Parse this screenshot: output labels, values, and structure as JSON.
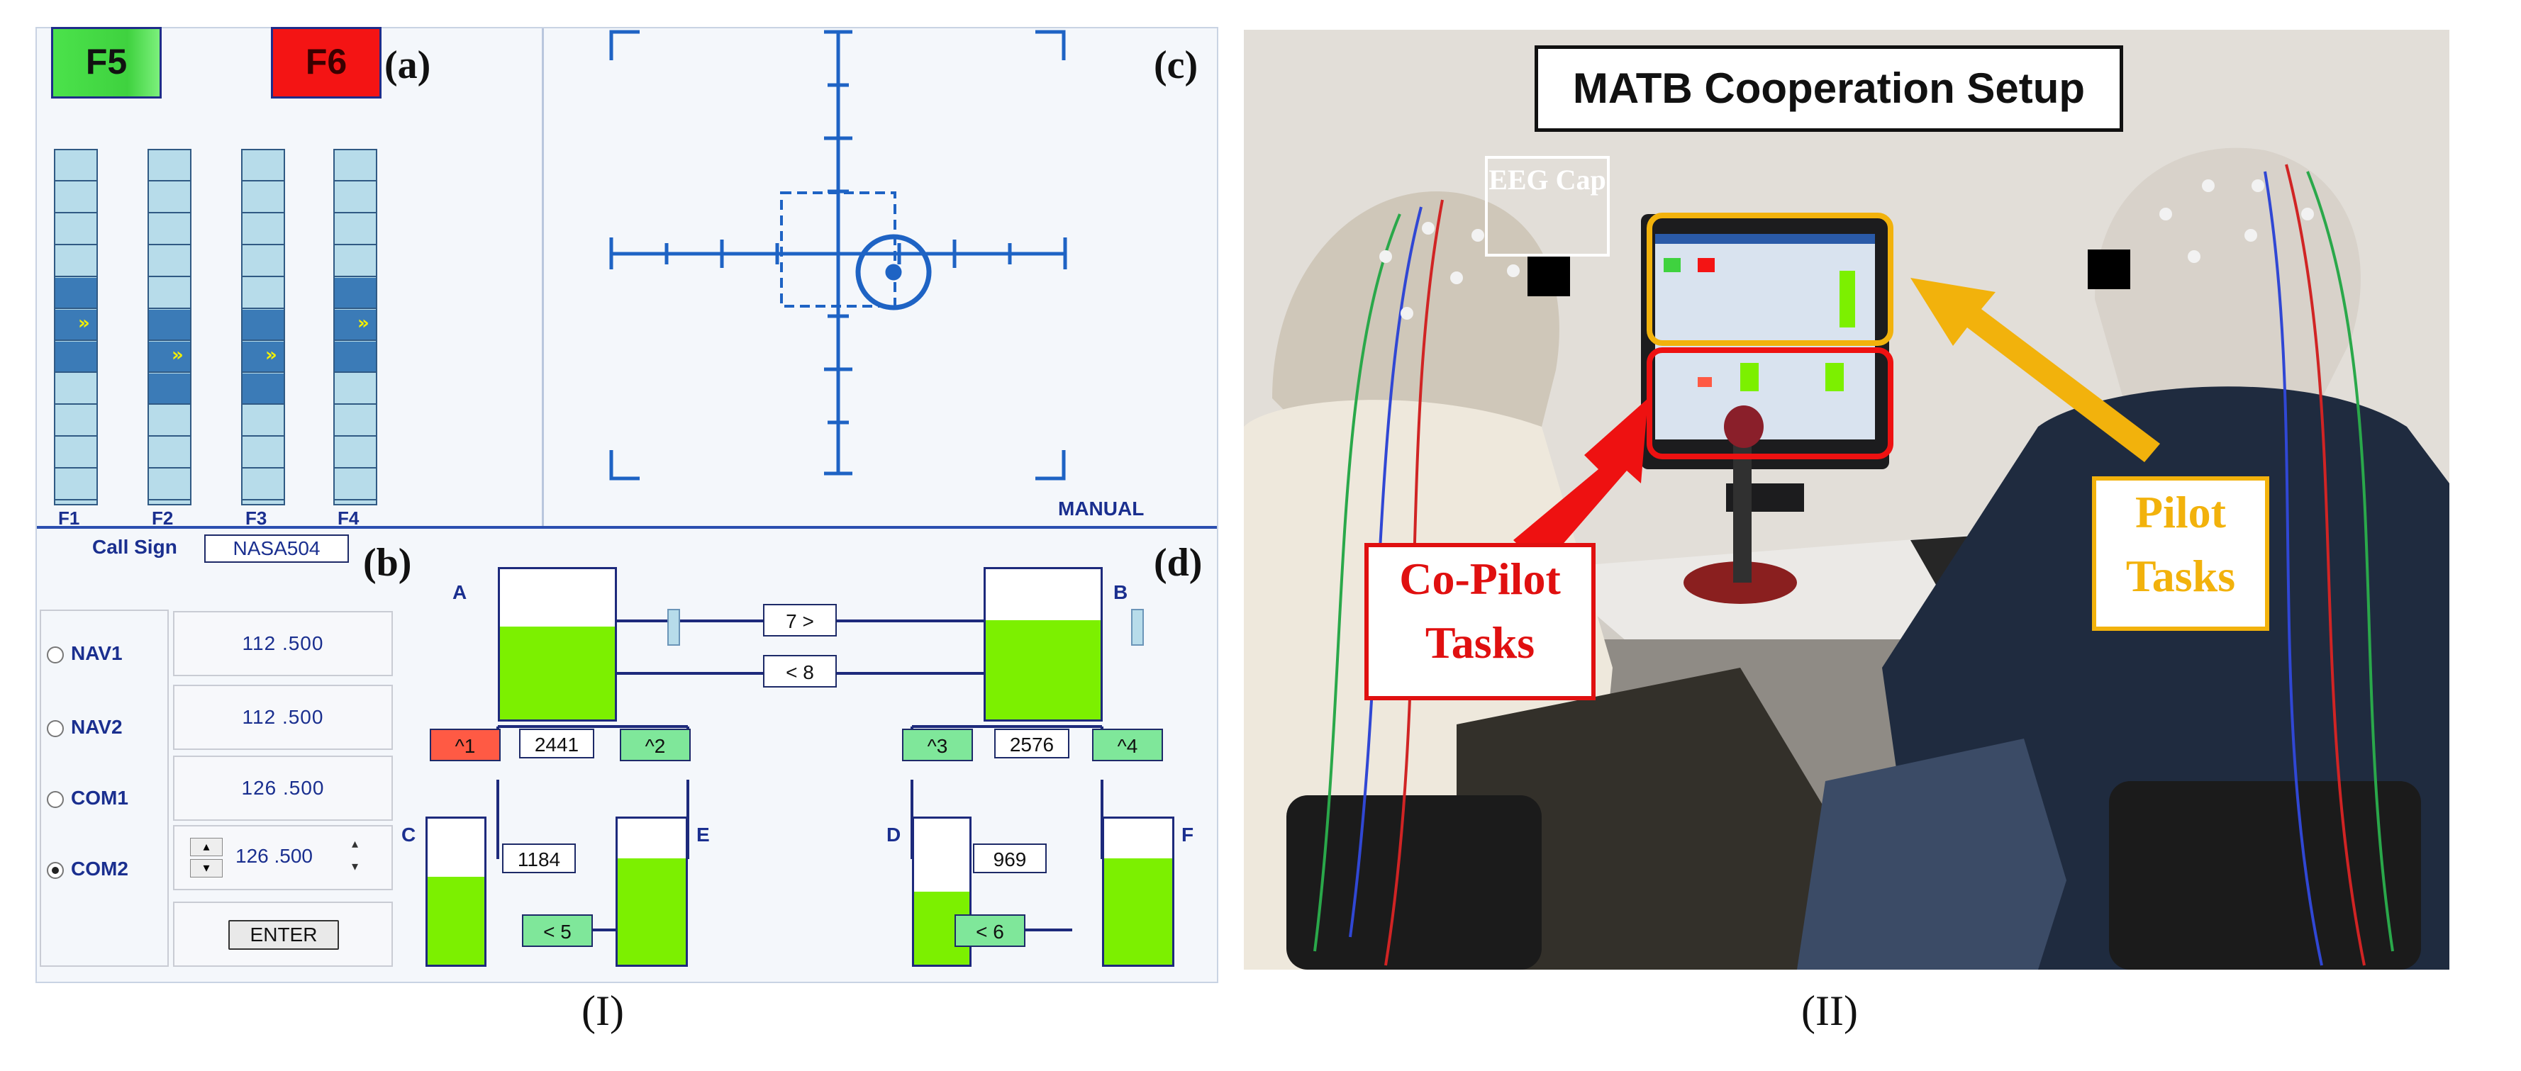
{
  "panel_i": {
    "f5_label": "F5",
    "f6_label": "F6",
    "tag_a": "(a)",
    "tag_b": "(b)",
    "tag_c": "(c)",
    "tag_d": "(d)",
    "gauges": [
      {
        "label": "F1",
        "arrow": "»"
      },
      {
        "label": "F2",
        "arrow": "»"
      },
      {
        "label": "F3",
        "arrow": "»"
      },
      {
        "label": "F4",
        "arrow": "»"
      }
    ],
    "tracking_mode": "MANUAL",
    "call_sign_label": "Call Sign",
    "call_sign_value": "NASA504",
    "radios": [
      {
        "label": "NAV1",
        "value": "112 .500",
        "selected": false
      },
      {
        "label": "NAV2",
        "value": "112 .500",
        "selected": false
      },
      {
        "label": "COM1",
        "value": "126 .500",
        "selected": false
      },
      {
        "label": "COM2",
        "value": "126 .500",
        "selected": true
      }
    ],
    "stepper_up": "▴",
    "stepper_down": "▾",
    "enter_label": "ENTER",
    "tanks": {
      "A": {
        "label": "A",
        "fill": 0.62
      },
      "B": {
        "label": "B",
        "fill": 0.66
      },
      "C": {
        "label": "C",
        "fill": 0.6
      },
      "D": {
        "label": "D",
        "fill": 0.5
      },
      "E": {
        "label": "E",
        "fill": 0.73
      },
      "F": {
        "label": "F",
        "fill": 0.73
      }
    },
    "tank_values": {
      "A": "2441",
      "B": "2576",
      "C": "1184",
      "D": "969"
    },
    "pumps": {
      "p1": "^1",
      "p2": "^2",
      "p3": "^3",
      "p4": "^4",
      "p5": "< 5",
      "p6": "< 6",
      "p7": "7 >",
      "p8": "< 8"
    },
    "caption": "(I)"
  },
  "panel_ii": {
    "title": "MATB Cooperation Setup",
    "eeg_cap_label": "EEG Cap",
    "copilot_label_line1": "Co-Pilot",
    "copilot_label_line2": "Tasks",
    "pilot_label_line1": "Pilot",
    "pilot_label_line2": "Tasks",
    "caption": "(II)",
    "colors": {
      "copilot": "#ee1111",
      "pilot": "#f2b20c",
      "pilot_text": "#f2b20c",
      "copilot_text": "#e01010"
    }
  }
}
